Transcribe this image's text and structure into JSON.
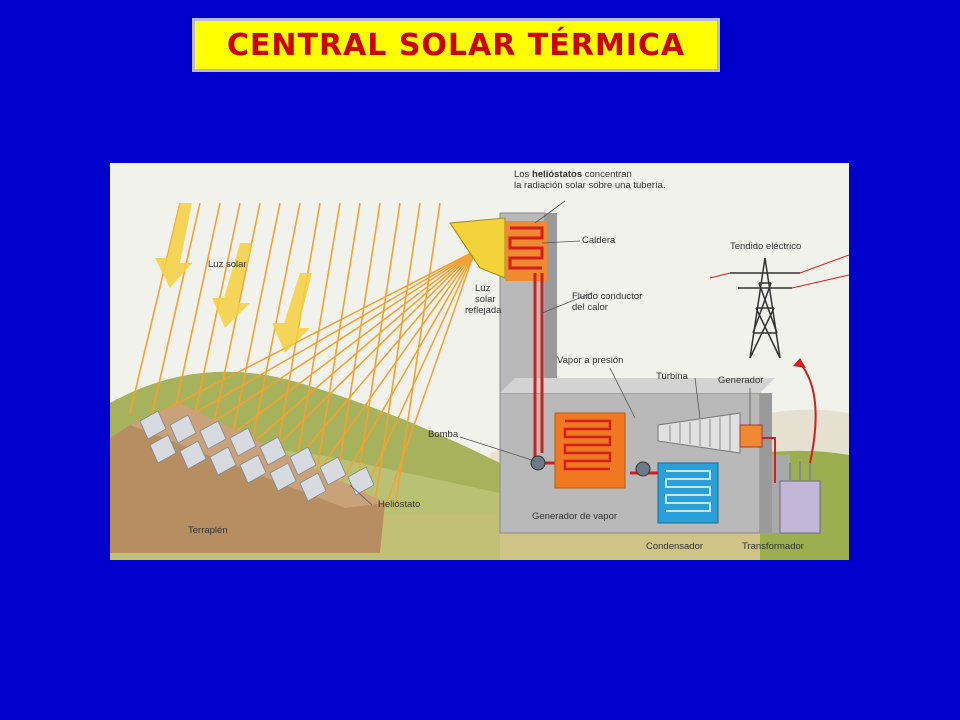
{
  "title": "CENTRAL SOLAR TÉRMICA",
  "colors": {
    "background": "#0000cc",
    "title_bg": "#ffff00",
    "title_text": "#cc0000",
    "rays": "#f5a030",
    "pipe": "#cc2222",
    "building": "#b8b8b8",
    "steam_gen": "#f07820",
    "condenser": "#2aa0d8",
    "hill": "#9aaa55"
  },
  "labels": {
    "intro_prefix": "Los ",
    "intro_bold": "helióstatos",
    "intro_suffix": " concentran",
    "intro_line2": "la radiación solar sobre una tubería.",
    "caldera": "Caldera",
    "tendido": "Tendido eléctrico",
    "luz_solar": "Luz solar",
    "luz_reflejada_1": "Luz",
    "luz_reflejada_2": "solar",
    "luz_reflejada_3": "reflejada",
    "fluido_1": "Fluido conductor",
    "fluido_2": "del calor",
    "vapor": "Vapor a presión",
    "turbina": "Turbina",
    "generador": "Generador",
    "bomba": "Bomba",
    "heliostato": "Helióstato",
    "terraplen": "Terraplén",
    "generador_vapor": "Generador de vapor",
    "condensador": "Condensador",
    "transformador": "Transformador"
  }
}
